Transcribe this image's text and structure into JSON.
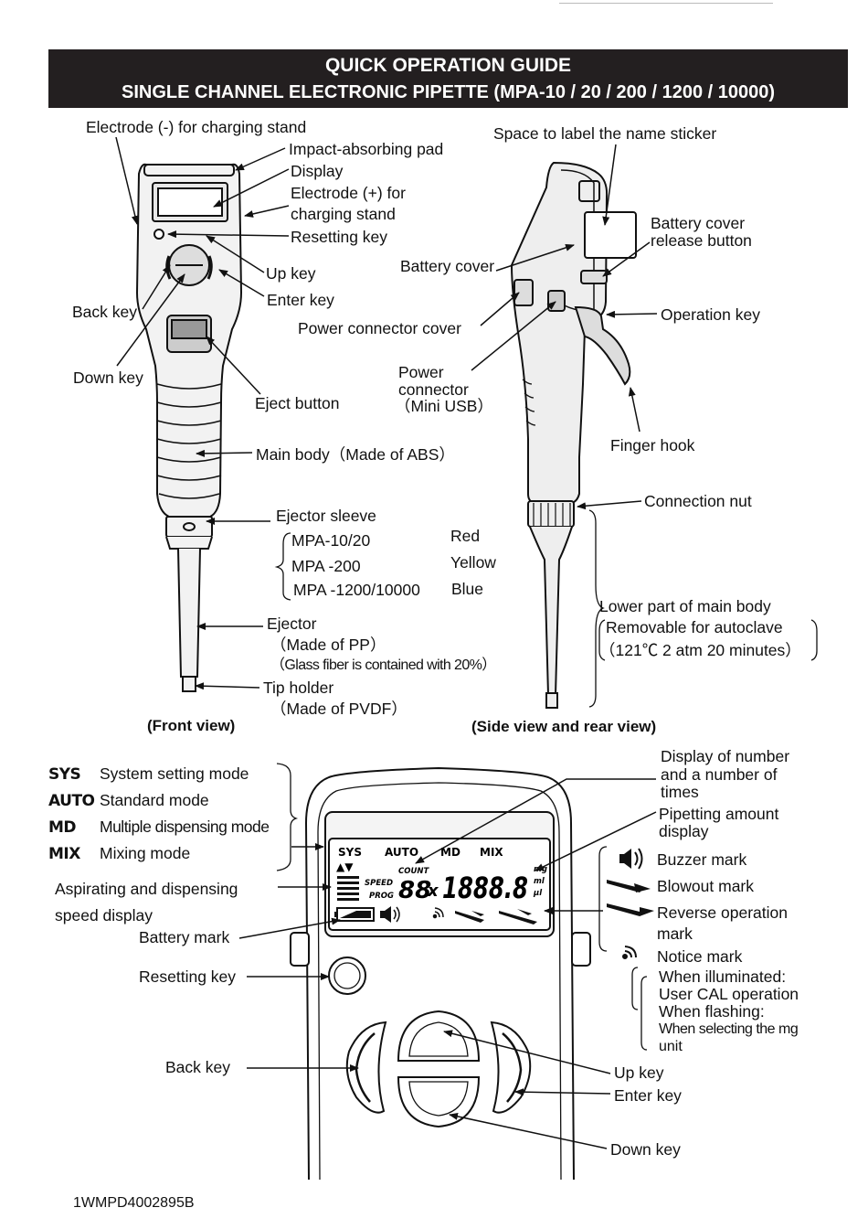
{
  "header": {
    "title": "QUICK OPERATION GUIDE",
    "subtitle": "SINGLE CHANNEL ELECTRONIC PIPETTE (MPA-10 / 20 / 200 / 1200 / 10000)"
  },
  "front": {
    "electrode_minus": "Electrode (-) for charging stand",
    "impact_pad": "Impact-absorbing pad",
    "display": "Display",
    "electrode_plus_1": "Electrode (+) for",
    "electrode_plus_2": "charging stand",
    "resetting_key": "Resetting key",
    "up_key": "Up key",
    "enter_key": "Enter key",
    "back_key": "Back key",
    "down_key": "Down key",
    "eject_button": "Eject button",
    "main_body": "Main body（Made of ABS）",
    "ejector_sleeve": "Ejector sleeve",
    "sleeve_models": [
      {
        "model": "MPA-10/20",
        "color": "Red"
      },
      {
        "model": "MPA -200",
        "color": "Yellow"
      },
      {
        "model": "MPA -1200/10000",
        "color": "Blue"
      }
    ],
    "ejector": "Ejector",
    "ejector_material": "（Made of PP）",
    "ejector_note": "（Glass fiber is contained with 20%）",
    "tip_holder": "Tip holder",
    "tip_holder_material": "（Made of PVDF）",
    "caption": "(Front view)"
  },
  "side": {
    "name_sticker": "Space to label the name sticker",
    "battery_cover": "Battery cover",
    "battery_release_1": "Battery   cover",
    "battery_release_2": "release button",
    "operation_key": "Operation key",
    "power_connector_cover": "Power connector cover",
    "power_connector_1": "Power",
    "power_connector_2": "connector",
    "power_connector_3": "（Mini USB）",
    "finger_hook": "Finger hook",
    "connection_nut": "Connection nut",
    "lower_part": "Lower part of main body",
    "removable": "Removable for autoclave",
    "autoclave_cond": "（121℃  2 atm 20 minutes）",
    "caption": "(Side view and rear view)"
  },
  "display_panel": {
    "modes": [
      {
        "icon": "SYS",
        "label": "System setting mode"
      },
      {
        "icon": "AUTO",
        "label": "Standard mode"
      },
      {
        "icon": "MD",
        "label": "Multiple dispensing mode"
      },
      {
        "icon": "MIX",
        "label": "Mixing mode"
      }
    ],
    "lcd": {
      "sys": "SYS",
      "auto": "AUTO",
      "md": "MD",
      "mix": "MIX",
      "count": "COUNT",
      "speed": "SPEED",
      "prog": "PROG",
      "count_digits": "88",
      "times": "x",
      "amount_digits": "1888.8",
      "unit_mg": "mg",
      "unit_ml": "ml",
      "unit_ul": "μl",
      "arrows": "▲▼"
    },
    "number_times_1": "Display of number",
    "number_times_2": "and  a  number  of",
    "number_times_3": "times",
    "pipetting_1": "Pipetting     amount",
    "pipetting_2": "display",
    "speed_1": "Aspirating and dispensing",
    "speed_2": "speed display",
    "battery_mark": "Battery mark",
    "buzzer_mark": "Buzzer mark",
    "blowout_mark": "Blowout mark",
    "reverse_1": "Reverse operation",
    "reverse_2": "mark",
    "notice_mark": "Notice mark",
    "notice_notes": [
      "When illuminated:",
      "User CAL operation",
      "When flashing:",
      "When selecting the mg",
      "unit"
    ],
    "resetting_key": "Resetting key",
    "back_key": "Back key",
    "up_key": "Up key",
    "enter_key": "Enter key",
    "down_key": "Down key"
  },
  "footer": {
    "doc_id": "1WMPD4002895B"
  }
}
